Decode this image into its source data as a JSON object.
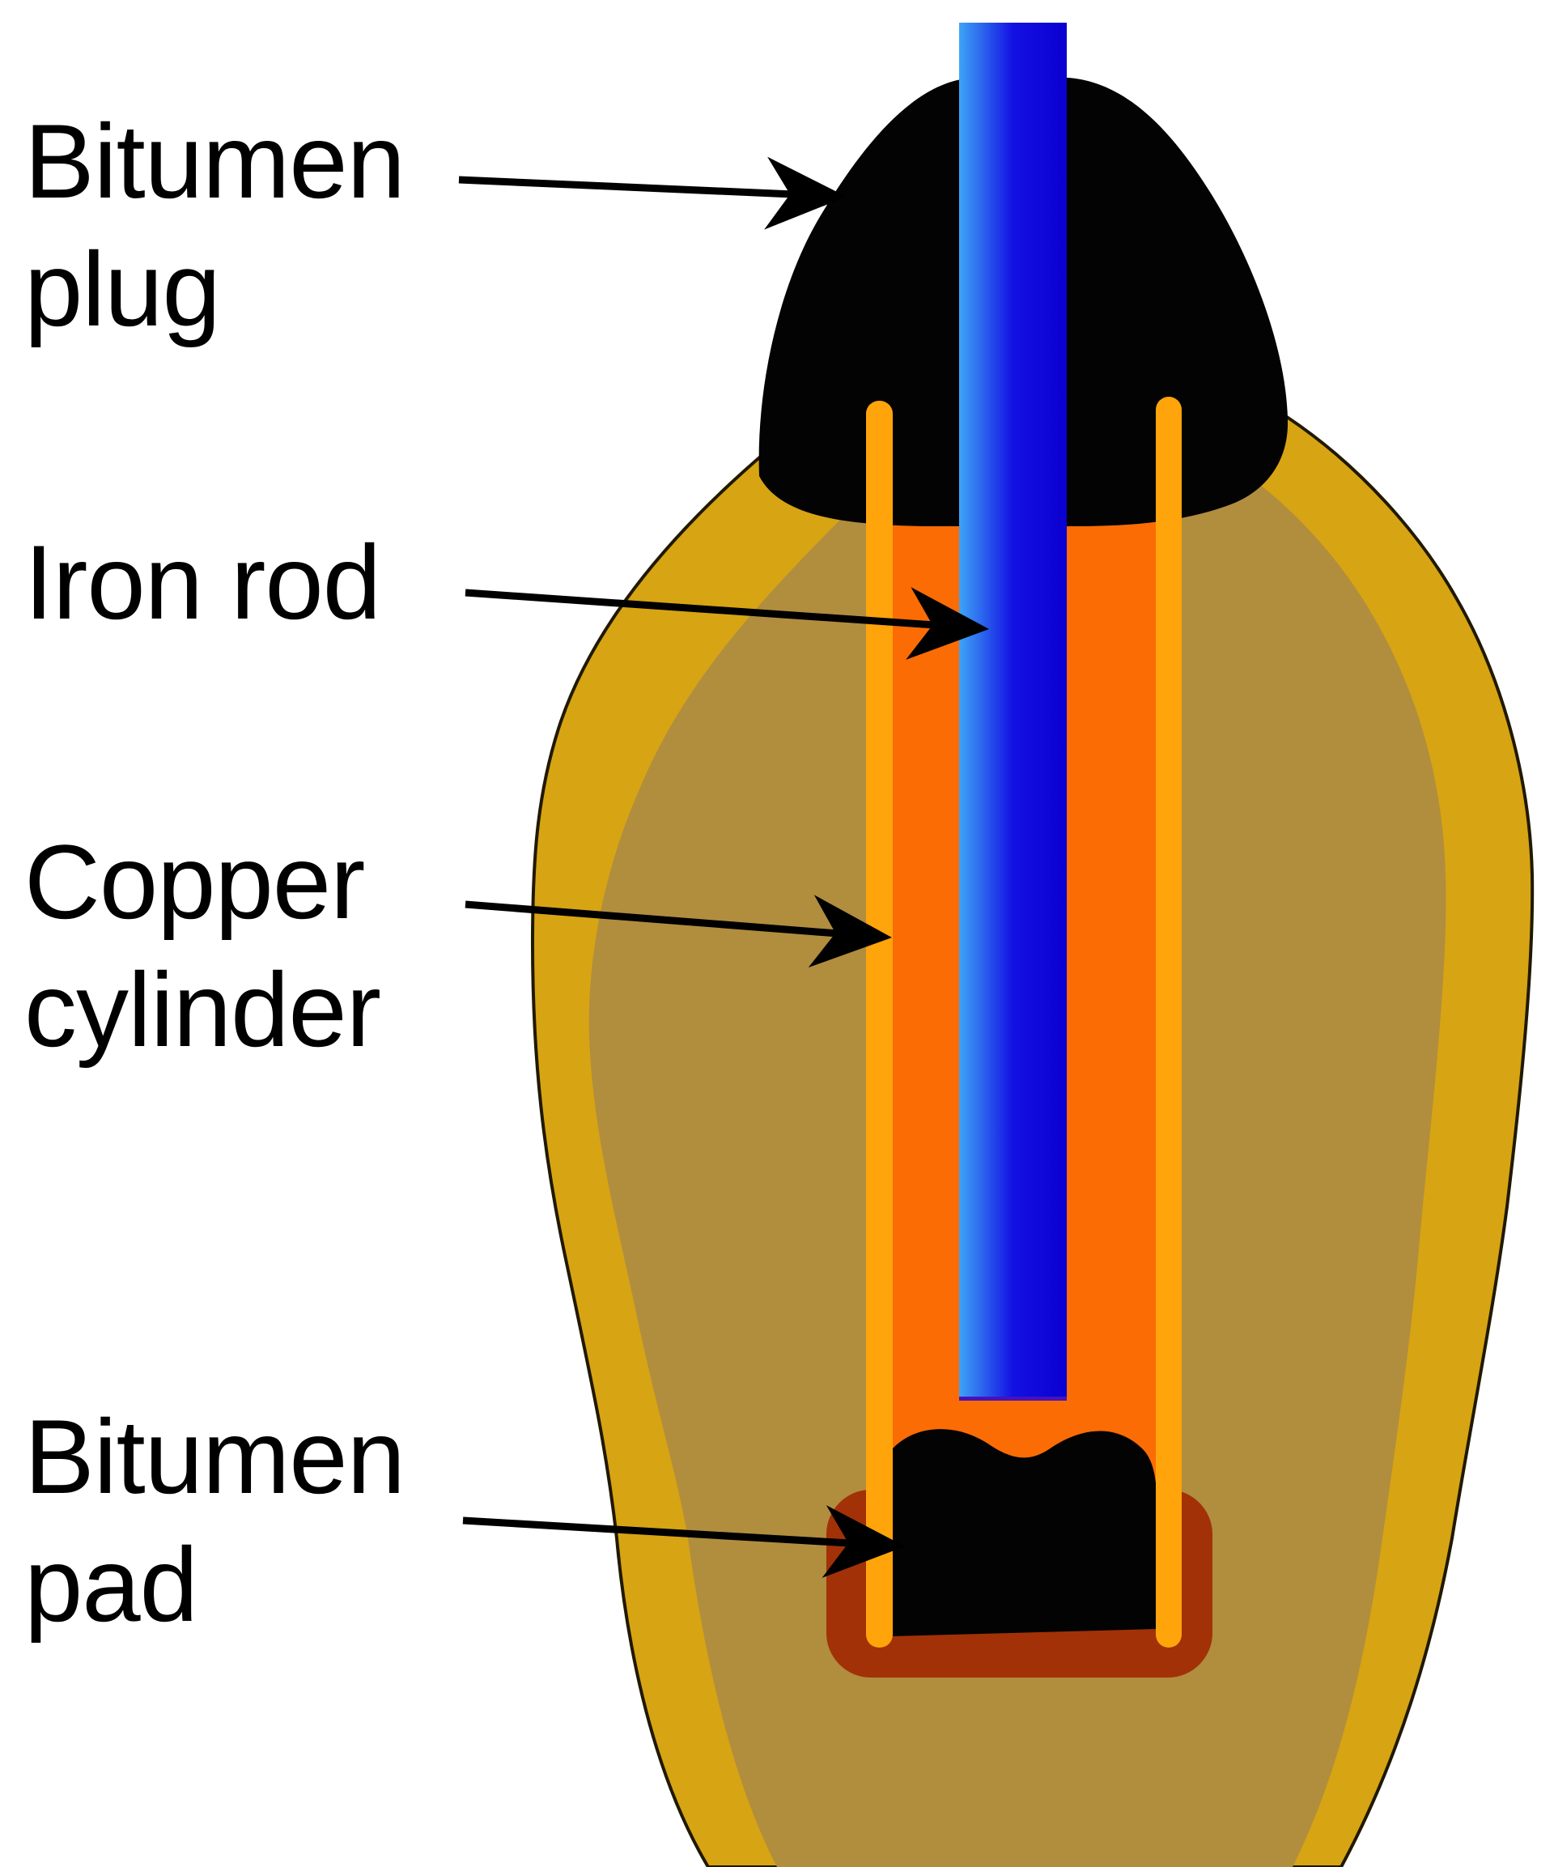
{
  "labels": {
    "bitumen_plug": {
      "line1": "Bitumen",
      "line2": "plug"
    },
    "iron_rod": {
      "line1": "Iron rod"
    },
    "copper_cylinder": {
      "line1": "Copper",
      "line2": "cylinder"
    },
    "bitumen_pad": {
      "line1": "Bitumen",
      "line2": "pad"
    }
  },
  "colors": {
    "background": "#ffffff",
    "pot_body": "#d7a413",
    "pot_outline": "#201900",
    "pot_inner_shade": "#b18d3e",
    "copper_wall": "#ffa40a",
    "copper_interior": "#fb6c04",
    "rod_light": "#3ea4f6",
    "rod_mid": "#1311e3",
    "rod_dark": "#0a00d0",
    "rod_bottom_edge": "#4812b8",
    "bitumen": "#030303",
    "red_cup": "#a23107",
    "arrow": "#000000",
    "text": "#000000"
  }
}
